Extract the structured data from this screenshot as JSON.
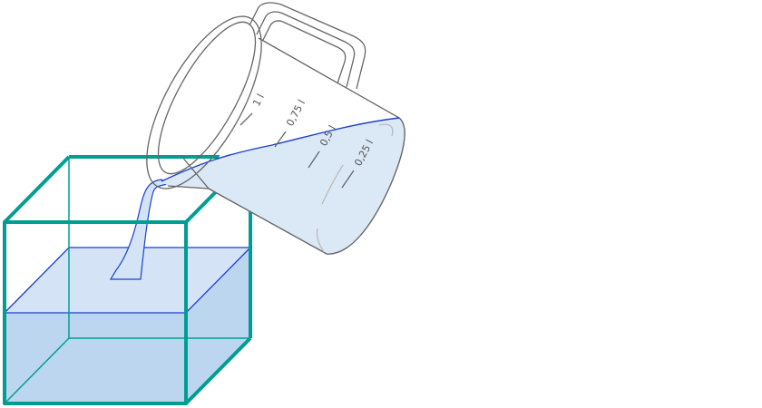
{
  "illustration": {
    "jug_labels": [
      "1 l",
      "0,75 l",
      "0,5 l",
      "0,25 l"
    ],
    "colors": {
      "cube_edge": "#009e92",
      "water_fill": "#bdd6f0",
      "water_top": "#d4e4f6",
      "water_line": "#1a3fd0",
      "jug_outline": "#666666",
      "jug_water": "#dbe8f6"
    }
  }
}
